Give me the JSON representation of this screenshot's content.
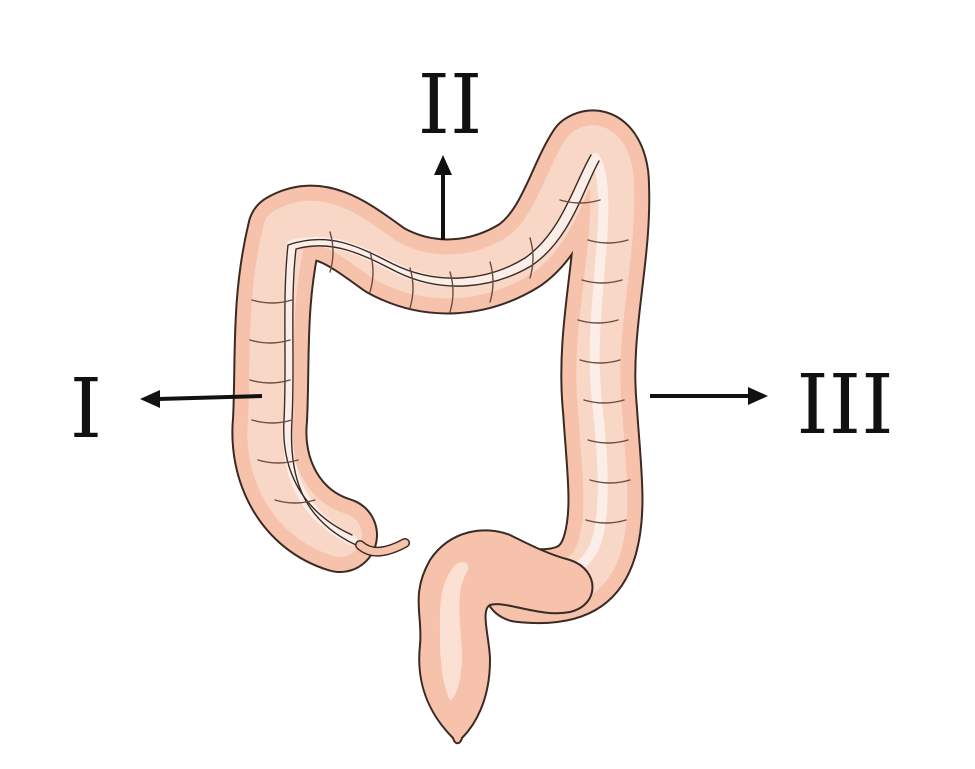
{
  "labels": {
    "left": "I",
    "top": "II",
    "right": "III"
  },
  "colors": {
    "tissue": "#f6c2ab",
    "tissue_light": "#f9d7c7",
    "outline": "#3a2a24",
    "arrow": "#111111",
    "text": "#111111"
  }
}
